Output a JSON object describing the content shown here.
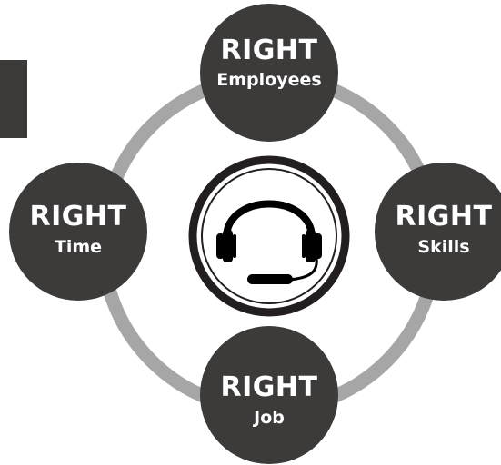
{
  "nodes": {
    "top": {
      "title": "RIGHT",
      "subtitle": "Employees"
    },
    "left": {
      "title": "RIGHT",
      "subtitle": "Time"
    },
    "right": {
      "title": "RIGHT",
      "subtitle": "Skills"
    },
    "bottom": {
      "title": "RIGHT",
      "subtitle": "Job"
    }
  },
  "center": {
    "icon": "headset-icon"
  },
  "colors": {
    "node_fill": "#3d3a3a",
    "ring": "#a6a6a6",
    "center_border": "#231f20",
    "side_tab": "#3d3a3a"
  }
}
